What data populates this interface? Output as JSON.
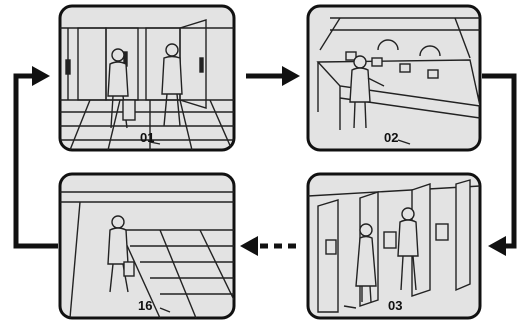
{
  "panels": [
    {
      "id": "entrance",
      "label": "01",
      "icon": "person-entering-building-icon"
    },
    {
      "id": "reception",
      "label": "02",
      "icon": "person-at-counter-icon"
    },
    {
      "id": "atm",
      "label": "03",
      "icon": "people-at-atm-booths-icon"
    },
    {
      "id": "stairs",
      "label": "16",
      "icon": "person-walking-stairs-icon"
    }
  ],
  "colors": {
    "panel_bg": "#e3e3e3",
    "panel_border": "#111111",
    "arrow": "#111111",
    "line_art": "#222222"
  }
}
